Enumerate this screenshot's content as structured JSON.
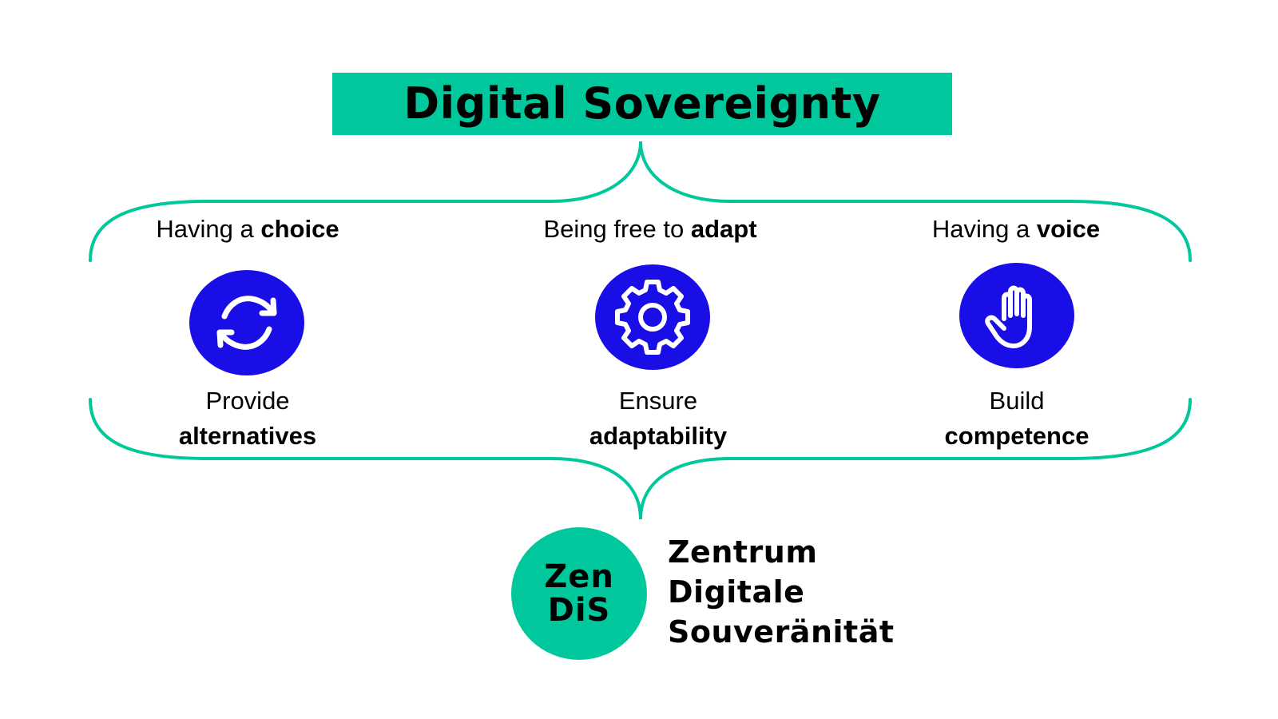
{
  "title": "Digital Sovereignty",
  "colors": {
    "accent_green": "#00c89c",
    "icon_blue": "#1a0ee6",
    "text": "#000000",
    "background": "#ffffff"
  },
  "columns": [
    {
      "heading_plain": "Having a ",
      "heading_strong": "choice",
      "icon": "refresh-arrows-icon",
      "action_line1": "Provide",
      "action_line2": "alternatives"
    },
    {
      "heading_plain": "Being free to ",
      "heading_strong": "adapt",
      "icon": "gear-icon",
      "action_line1": "Ensure",
      "action_line2": "adaptability"
    },
    {
      "heading_plain": "Having a ",
      "heading_strong": "voice",
      "icon": "raised-hand-icon",
      "action_line1": "Build",
      "action_line2": "competence"
    }
  ],
  "logo": {
    "line1": "Zen",
    "line2": "DiS"
  },
  "organization": {
    "line1": "Zentrum",
    "line2": "Digitale",
    "line3": "Souveränität"
  }
}
